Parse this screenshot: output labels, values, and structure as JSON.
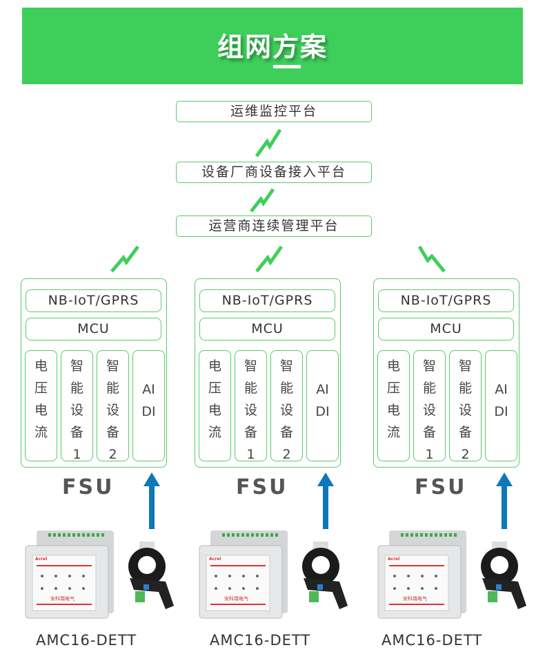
{
  "header": {
    "title": "组网方案"
  },
  "platforms": [
    "运维监控平台",
    "设备厂商设备接入平台",
    "运营商连续管理平台"
  ],
  "fsu_units": [
    {
      "comm": "NB-IoT/GPRS",
      "mcu": "MCU",
      "columns": [
        [
          "电",
          "压",
          "电",
          "流"
        ],
        [
          "智",
          "能",
          "设",
          "备",
          "1"
        ],
        [
          "智",
          "能",
          "设",
          "备",
          "2"
        ],
        [
          "AI",
          "DI"
        ]
      ],
      "label": "FSU",
      "device": "AMC16-DETT"
    },
    {
      "comm": "NB-IoT/GPRS",
      "mcu": "MCU",
      "columns": [
        [
          "电",
          "压",
          "电",
          "流"
        ],
        [
          "智",
          "能",
          "设",
          "备",
          "1"
        ],
        [
          "智",
          "能",
          "设",
          "备",
          "2"
        ],
        [
          "AI",
          "DI"
        ]
      ],
      "label": "FSU",
      "device": "AMC16-DETT"
    },
    {
      "comm": "NB-IoT/GPRS",
      "mcu": "MCU",
      "columns": [
        [
          "电",
          "压",
          "电",
          "流"
        ],
        [
          "智",
          "能",
          "设",
          "备",
          "1"
        ],
        [
          "智",
          "能",
          "设",
          "备",
          "2"
        ],
        [
          "AI",
          "DI"
        ]
      ],
      "label": "FSU",
      "device": "AMC16-DETT"
    }
  ],
  "meter_panel": {
    "brand": "Acrel",
    "maker": "安科瑞电气"
  },
  "colors": {
    "green": "#3ecf5a",
    "line": "#5cc96c",
    "arrow": "#0e78b8"
  }
}
